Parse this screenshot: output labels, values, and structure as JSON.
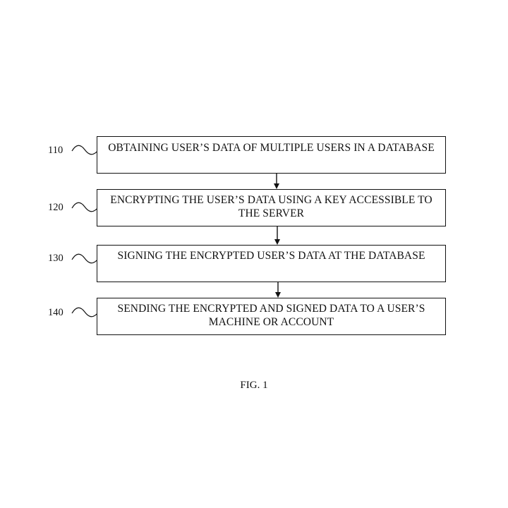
{
  "figure": {
    "caption": "FIG. 1"
  },
  "steps": [
    {
      "ref": "110",
      "text": "OBTAINING USER’S DATA OF MULTIPLE USERS IN A DATABASE"
    },
    {
      "ref": "120",
      "text": "ENCRYPTING THE USER’S DATA USING A KEY ACCESSIBLE TO\nTHE SERVER"
    },
    {
      "ref": "130",
      "text": "SIGNING THE ENCRYPTED USER’S DATA AT THE DATABASE"
    },
    {
      "ref": "140",
      "text": "SENDING THE ENCRYPTED AND SIGNED DATA TO A USER’S\nMACHINE OR ACCOUNT"
    }
  ]
}
